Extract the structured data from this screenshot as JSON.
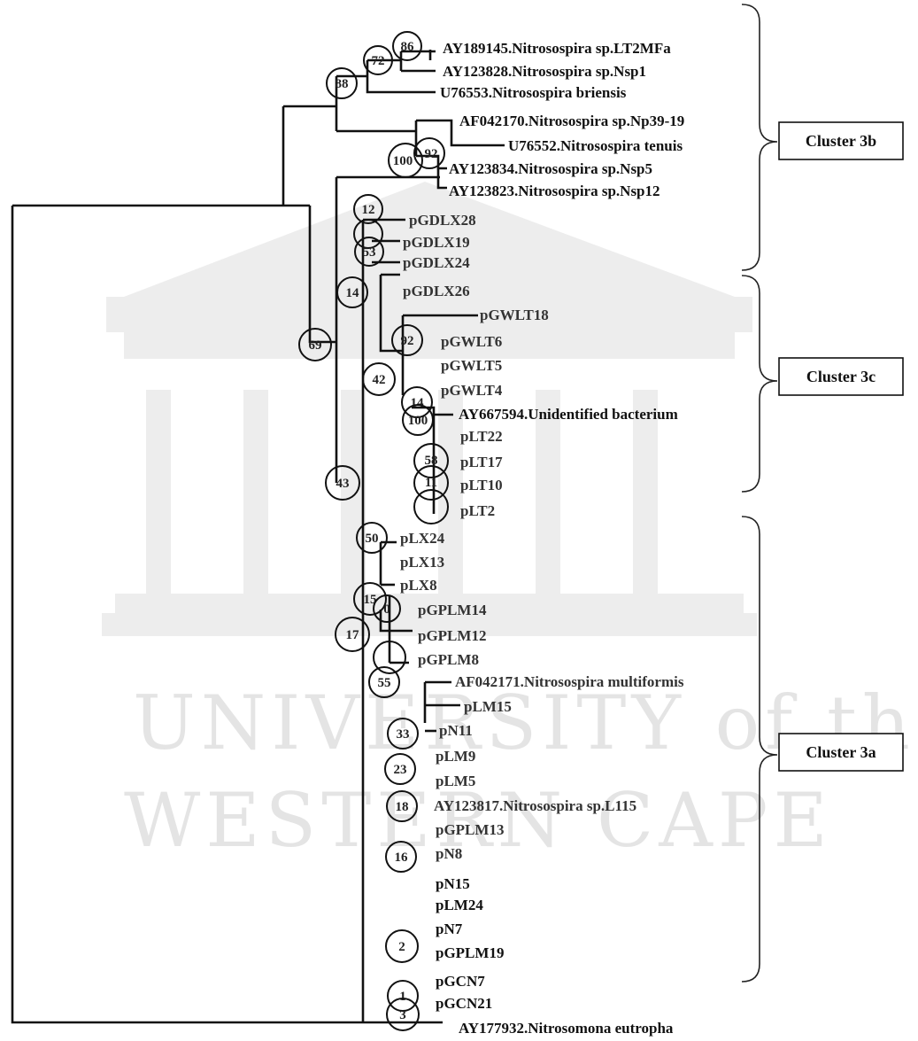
{
  "watermark": {
    "line1": "UNIVERSITY of the",
    "line2": "WESTERN CAPE"
  },
  "leaves": [
    "AY189145.Nitrosospira sp.LT2MFa",
    "AY123828.Nitrosospira sp.Nsp1",
    "U76553.Nitrosospira briensis",
    "AF042170.Nitrosospira sp.Np39-19",
    "U76552.Nitrosospira tenuis",
    "AY123834.Nitrosospira sp.Nsp5",
    "AY123823.Nitrosospira sp.Nsp12",
    "pGDLX28",
    "pGDLX19",
    "pGDLX24",
    "pGDLX26",
    "pGWLT18",
    "pGWLT6",
    "pGWLT5",
    "pGWLT4",
    "AY667594.Unidentified bacterium",
    "pLT22",
    "pLT17",
    "pLT10",
    "pLT2",
    "pLX24",
    "pLX13",
    "pLX8",
    "pGPLM14",
    "pGPLM12",
    "pGPLM8",
    "AF042171.Nitrosospira multiformis",
    "pLM15",
    "pN11",
    "pLM9",
    "pLM5",
    "AY123817.Nitrosospira sp.L115",
    "pGPLM13",
    "pN8",
    "pN15",
    "pLM24",
    "pN7",
    "pGPLM19",
    "pGCN7",
    "pGCN21",
    "AY177932.Nitrosomona eutropha"
  ],
  "bootstrap": [
    "86",
    "72",
    "88",
    "100",
    "92",
    "12",
    "53",
    "14",
    "69",
    "92",
    "42",
    "14",
    "100",
    "58",
    "11",
    "43",
    "50",
    "15",
    "0",
    "17",
    "55",
    "33",
    "23",
    "18",
    "16",
    "2",
    "1",
    "3"
  ],
  "clusters": [
    "Cluster 3b",
    "Cluster 3c",
    "Cluster 3a"
  ]
}
